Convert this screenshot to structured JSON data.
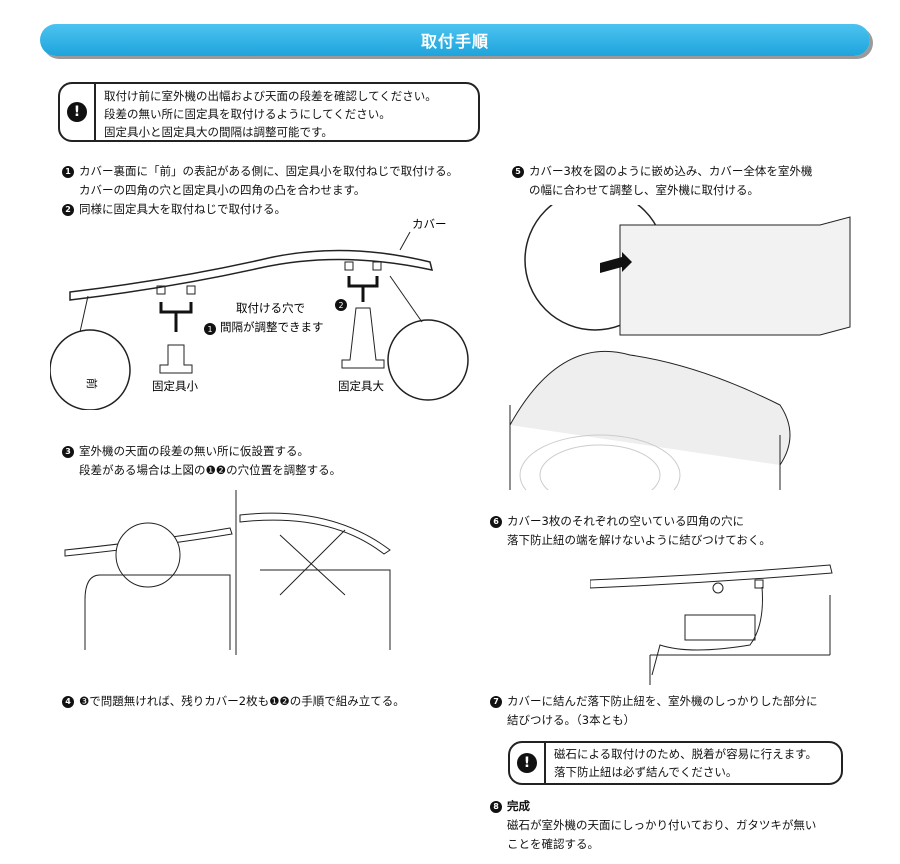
{
  "title": "取付手順",
  "note1": [
    "取付け前に室外機の出幅および天面の段差を確認してください。",
    "段差の無い所に固定具を取付けるようにしてください。",
    "固定具小と固定具大の間隔は調整可能です。"
  ],
  "steps": {
    "s1": {
      "num": "1",
      "lines": [
        "カバー裏面に「前」の表記がある側に、固定具小を取付ねじで取付ける。",
        "カバーの四角の穴と固定具小の四角の凸を合わせます。"
      ]
    },
    "s2": {
      "num": "2",
      "text": "同様に固定具大を取付ねじで取付ける。"
    },
    "s3": {
      "num": "3",
      "lines": [
        "室外機の天面の段差の無い所に仮設置する。",
        "段差がある場合は上図の❶❷の穴位置を調整する。"
      ]
    },
    "s4": {
      "num": "4",
      "text": "❸で問題無ければ、残りカバー2枚も❶❷の手順で組み立てる。"
    },
    "s5": {
      "num": "5",
      "lines": [
        "カバー3枚を図のように嵌め込み、カバー全体を室外機",
        "の幅に合わせて調整し、室外機に取付ける。"
      ]
    },
    "s6": {
      "num": "6",
      "lines": [
        "カバー3枚のそれぞれの空いている四角の穴に",
        "落下防止紐の端を解けないように結びつけておく。"
      ]
    },
    "s7": {
      "num": "7",
      "lines": [
        "カバーに結んだ落下防止紐を、室外機のしっかりした部分に",
        "結びつける。（3本とも）"
      ]
    },
    "s8": {
      "num": "8",
      "title": "完成",
      "lines": [
        "磁石が室外機の天面にしっかり付いており、ガタツキが無い",
        "ことを確認する。"
      ]
    }
  },
  "note2": [
    "磁石による取付けのため、脱着が容易に行えます。",
    "落下防止紐は必ず結んでください。"
  ],
  "diagram1": {
    "cover": "カバー",
    "holes": [
      "取付ける穴で",
      "間隔が調整できます"
    ],
    "small": "固定具小",
    "large": "固定具大",
    "front": "前",
    "n1": "1",
    "n2": "2"
  }
}
